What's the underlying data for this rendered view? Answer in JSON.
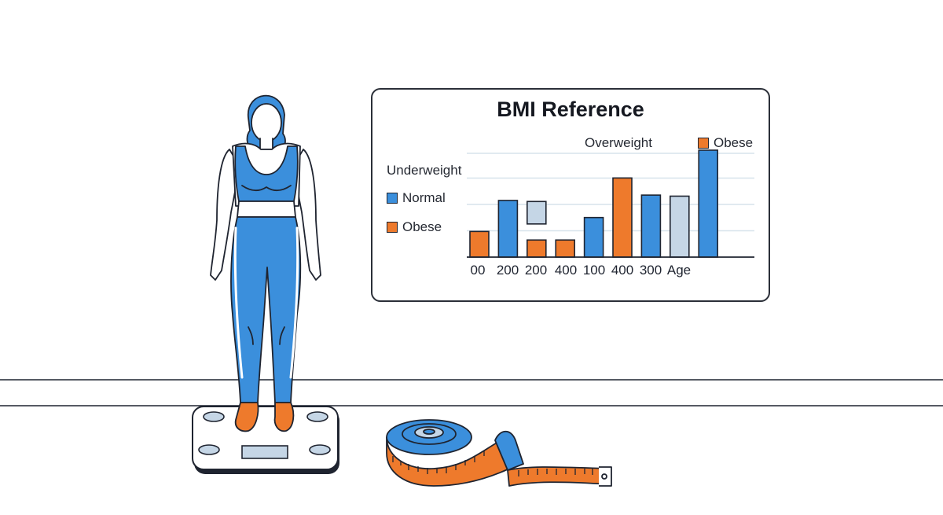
{
  "chart": {
    "title": "BMI Reference",
    "legend": {
      "overweight": "Overweight",
      "obese_top": "Obese",
      "underweight": "Underweight",
      "normal": "Normal",
      "obese_left": "Obese"
    },
    "x_ticks": [
      "00",
      "200",
      "200",
      "400",
      "100",
      "400",
      "300",
      "Age"
    ]
  },
  "chart_data": {
    "type": "bar",
    "title": "BMI Reference",
    "xlabel": "Age",
    "ylabel": "",
    "grid": true,
    "ylim": [
      0,
      1
    ],
    "bars": [
      {
        "value": 0.24,
        "category": "obese"
      },
      {
        "value": 0.53,
        "category": "normal"
      },
      {
        "value": 0.52,
        "bottom": 0.29,
        "category": "overweight"
      },
      {
        "value": 0.16,
        "category": "obese"
      },
      {
        "value": 0.37,
        "category": "normal"
      },
      {
        "value": 0.74,
        "category": "obese"
      },
      {
        "value": 0.58,
        "category": "normal"
      },
      {
        "value": 0.57,
        "category": "overweight"
      },
      {
        "value": 1.0,
        "category": "normal"
      }
    ]
  },
  "colors": {
    "normal": "#3b8fdc",
    "obese": "#ee7a2c",
    "overweight": "#c5d6e6",
    "outline": "#1f2430",
    "grid": "#d7e3ec"
  },
  "icons": {
    "person": "person-figure-icon",
    "scale": "bathroom-scale-icon",
    "tape": "measuring-tape-icon"
  }
}
